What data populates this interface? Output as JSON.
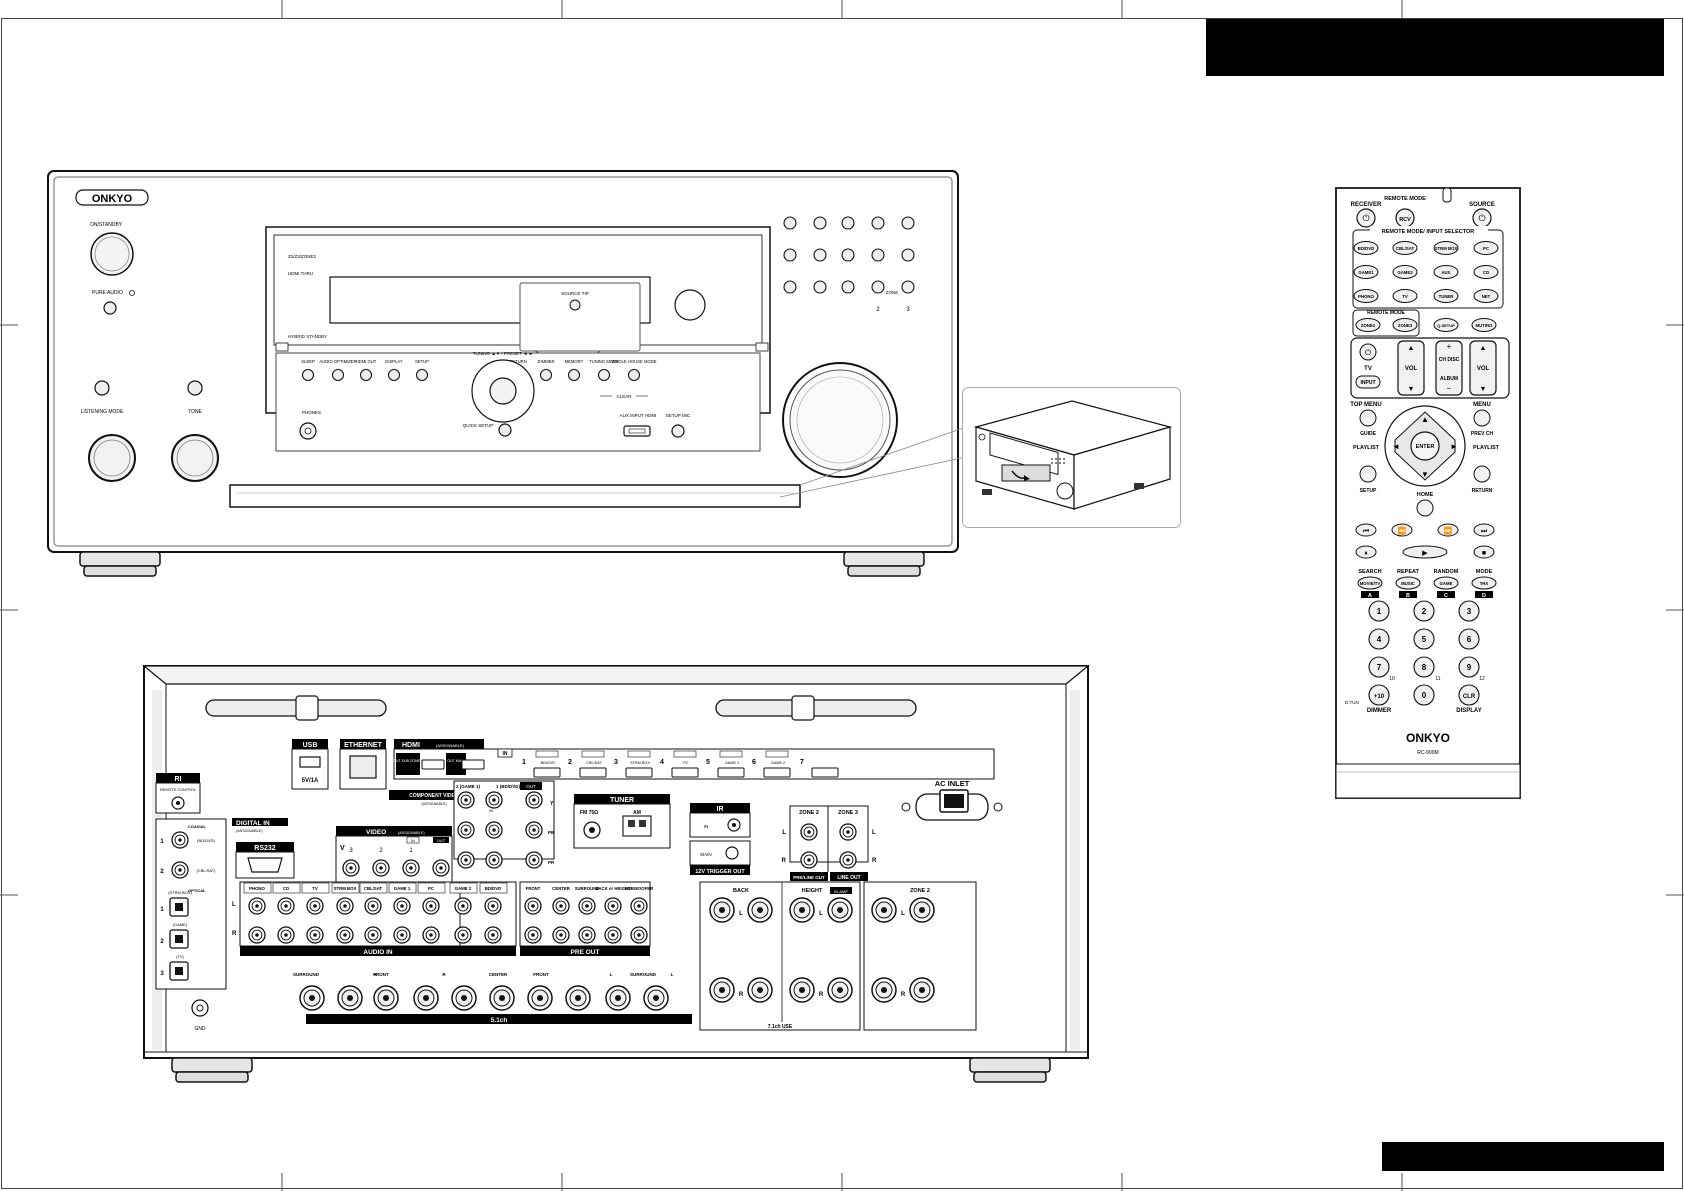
{
  "front_panel": {
    "brand": "ONKYO",
    "on_standby_label": "ON/STANDBY",
    "pure_audio_label": "PURE AUDIO",
    "listening_mode_label": "LISTENING MODE",
    "tone_label": "TONE",
    "zone_indicators": [
      "Z2/Z3/ZONE2",
      "HDMI THRU",
      "HYBRID STANDBY"
    ],
    "source_button_label": "SOURCE TIP",
    "panel_buttons": [
      "SLEEP",
      "AUDIO OPTIMIZER",
      "HDMI OUT",
      "DISPLAY",
      "SETUP",
      "RETURN",
      "DIMMER",
      "MEMORY",
      "TUNING MODE",
      "WHOLE HOUSE MODE"
    ],
    "tuning_label": "TUNING ▲▼ / PRESET ◄ ►",
    "clear_label": "CLEAR",
    "phones_label": "PHONES",
    "quick_setup_label": "QUICK SETUP",
    "aux_input_label": "AUX INPUT HDMI",
    "setup_mic_label": "SETUP MIC",
    "zone_label": "ZONE",
    "zone_button_labels": [
      "2",
      "3"
    ]
  },
  "rear_panel": {
    "usb_label": "USB",
    "usb_rating": "5V/1A",
    "ethernet_label": "ETHERNET",
    "hdmi_label": "HDMI",
    "hdmi_assignable": "(ASSIGNABLE)",
    "hdmi_out_labels": [
      "OUT SUB ZONE 2",
      "OUT MAIN"
    ],
    "hdmi_in_label": "IN",
    "hdmi_inputs": [
      {
        "num": "1",
        "name": "BD/DVD"
      },
      {
        "num": "2",
        "name": "CBL/SAT"
      },
      {
        "num": "3",
        "name": "STRM BOX"
      },
      {
        "num": "4",
        "name": "PC"
      },
      {
        "num": "5",
        "name": "GAME 1"
      },
      {
        "num": "6",
        "name": "GAME 2"
      },
      {
        "num": "7",
        "name": ""
      }
    ],
    "ri_label": "RI",
    "remote_control_label": "REMOTE CONTROL",
    "digital_in_label": "DIGITAL IN",
    "digital_in_sub": "(ASSIGNABLE)",
    "coaxial_label": "COAXIAL",
    "coaxial_inputs": [
      {
        "num": "1",
        "name": "(BD/DVD)"
      },
      {
        "num": "2",
        "name": "(CBL/SAT)"
      }
    ],
    "optical_label": "OPTICAL",
    "optical_inputs": [
      {
        "num": "1",
        "name": "(STRM BOX)"
      },
      {
        "num": "2",
        "name": "(GAME)"
      },
      {
        "num": "3",
        "name": "(TV)"
      }
    ],
    "rs232_label": "RS232",
    "component_label": "COMPONENT VIDEO",
    "component_sub": "(ASSIGNABLE)",
    "component_in_labels": [
      "2 (GAME 1)",
      "1 (BD/DVD)",
      "IN",
      "OUT"
    ],
    "component_ybr": [
      "Y",
      "PB",
      "PR"
    ],
    "video_label": "VIDEO",
    "video_sub": "(ASSIGNABLE)",
    "video_cols": [
      "V",
      "3",
      "2",
      "1"
    ],
    "video_in_out": [
      "IN",
      "OUT"
    ],
    "tuner_label": "TUNER",
    "fm_label": "FM 75Ω",
    "am_label": "AM",
    "ir_label": "IR",
    "ir_in_label": "IN",
    "trigger_label": "12V TRIGGER OUT",
    "trigger_main": "MAIN",
    "zone2_label": "ZONE 2",
    "zone3_label": "ZONE 3",
    "pre_line_out_label": "PRE/LINE OUT",
    "line_out_label": "LINE OUT",
    "lr_labels": [
      "L",
      "R"
    ],
    "ac_inlet_label": "AC INLET",
    "audio_in_label": "AUDIO IN",
    "audio_in_cols": [
      "PHONO",
      "CD",
      "TV",
      "STRM BOX",
      "CBL/SAT",
      "GAME 1",
      "PC",
      "GAME 2",
      "BD/DVD"
    ],
    "pre_out_label": "PRE OUT",
    "pre_out_cols": [
      "FRONT",
      "CENTER",
      "SURROUND",
      "BACK or HEIGHT",
      "SUBWOOFER"
    ],
    "speaker_group_51": "5.1ch",
    "speaker_51_labels": [
      "SURROUND",
      "R",
      "FRONT",
      "R",
      "CENTER",
      "FRONT",
      "L",
      "SURROUND",
      "L"
    ],
    "speaker_back_label": "BACK",
    "speaker_height_label": "HEIGHT",
    "bi_amp_label": "BI-AMP",
    "speaker_zone2_label": "ZONE 2",
    "speaker_71_label": "7.1ch USE",
    "gnd_label": "GND"
  },
  "remote": {
    "receiver_label": "RECEIVER",
    "remote_mode_label": "REMOTE MODE",
    "rcv_label": "RCV",
    "source_label": "SOURCE",
    "input_selector_label": "REMOTE MODE/ INPUT SELECTOR",
    "input_buttons": [
      "BD/DVD",
      "CBL/SAT",
      "STRM BOX",
      "PC",
      "GAME1",
      "GAME2",
      "AUX",
      "CD",
      "PHONO",
      "TV",
      "TUNER",
      "NET"
    ],
    "remote_mode_box": "REMOTE MODE",
    "zone_buttons": [
      "ZONE2",
      "ZONE3"
    ],
    "audio_button": "Q.SETUP",
    "muting_label": "MUTING",
    "tv_label": "TV",
    "input_label": "INPUT",
    "vol_label": "VOL",
    "ch_disc_label": "CH DISC",
    "album_label": "ALBUM",
    "top_menu_label": "TOP MENU",
    "menu_label": "MENU",
    "guide_label": "GUIDE",
    "prev_ch_label": "PREV CH",
    "playlist_labels": [
      "PLAYLIST",
      "PLAYLIST"
    ],
    "enter_label": "ENTER",
    "setup_label": "SETUP",
    "return_label": "RETURN",
    "home_label": "HOME",
    "search_label": "SEARCH",
    "repeat_label": "REPEAT",
    "random_label": "RANDOM",
    "mode_label": "MODE",
    "mode_buttons": [
      "MOVIE/TV",
      "MUSIC",
      "GAME",
      "THX"
    ],
    "abcd": [
      "A",
      "B",
      "C",
      "D"
    ],
    "number_buttons": [
      "1",
      "2",
      "3",
      "4",
      "5",
      "6",
      "7",
      "8",
      "9",
      "+10",
      "0",
      "CLR"
    ],
    "small_numbers": [
      "10",
      "11",
      "12"
    ],
    "d_tun_label": "D.TUN",
    "dimmer_label": "DIMMER",
    "display_label": "DISPLAY",
    "brand": "ONKYO",
    "model": "RC-900M"
  }
}
